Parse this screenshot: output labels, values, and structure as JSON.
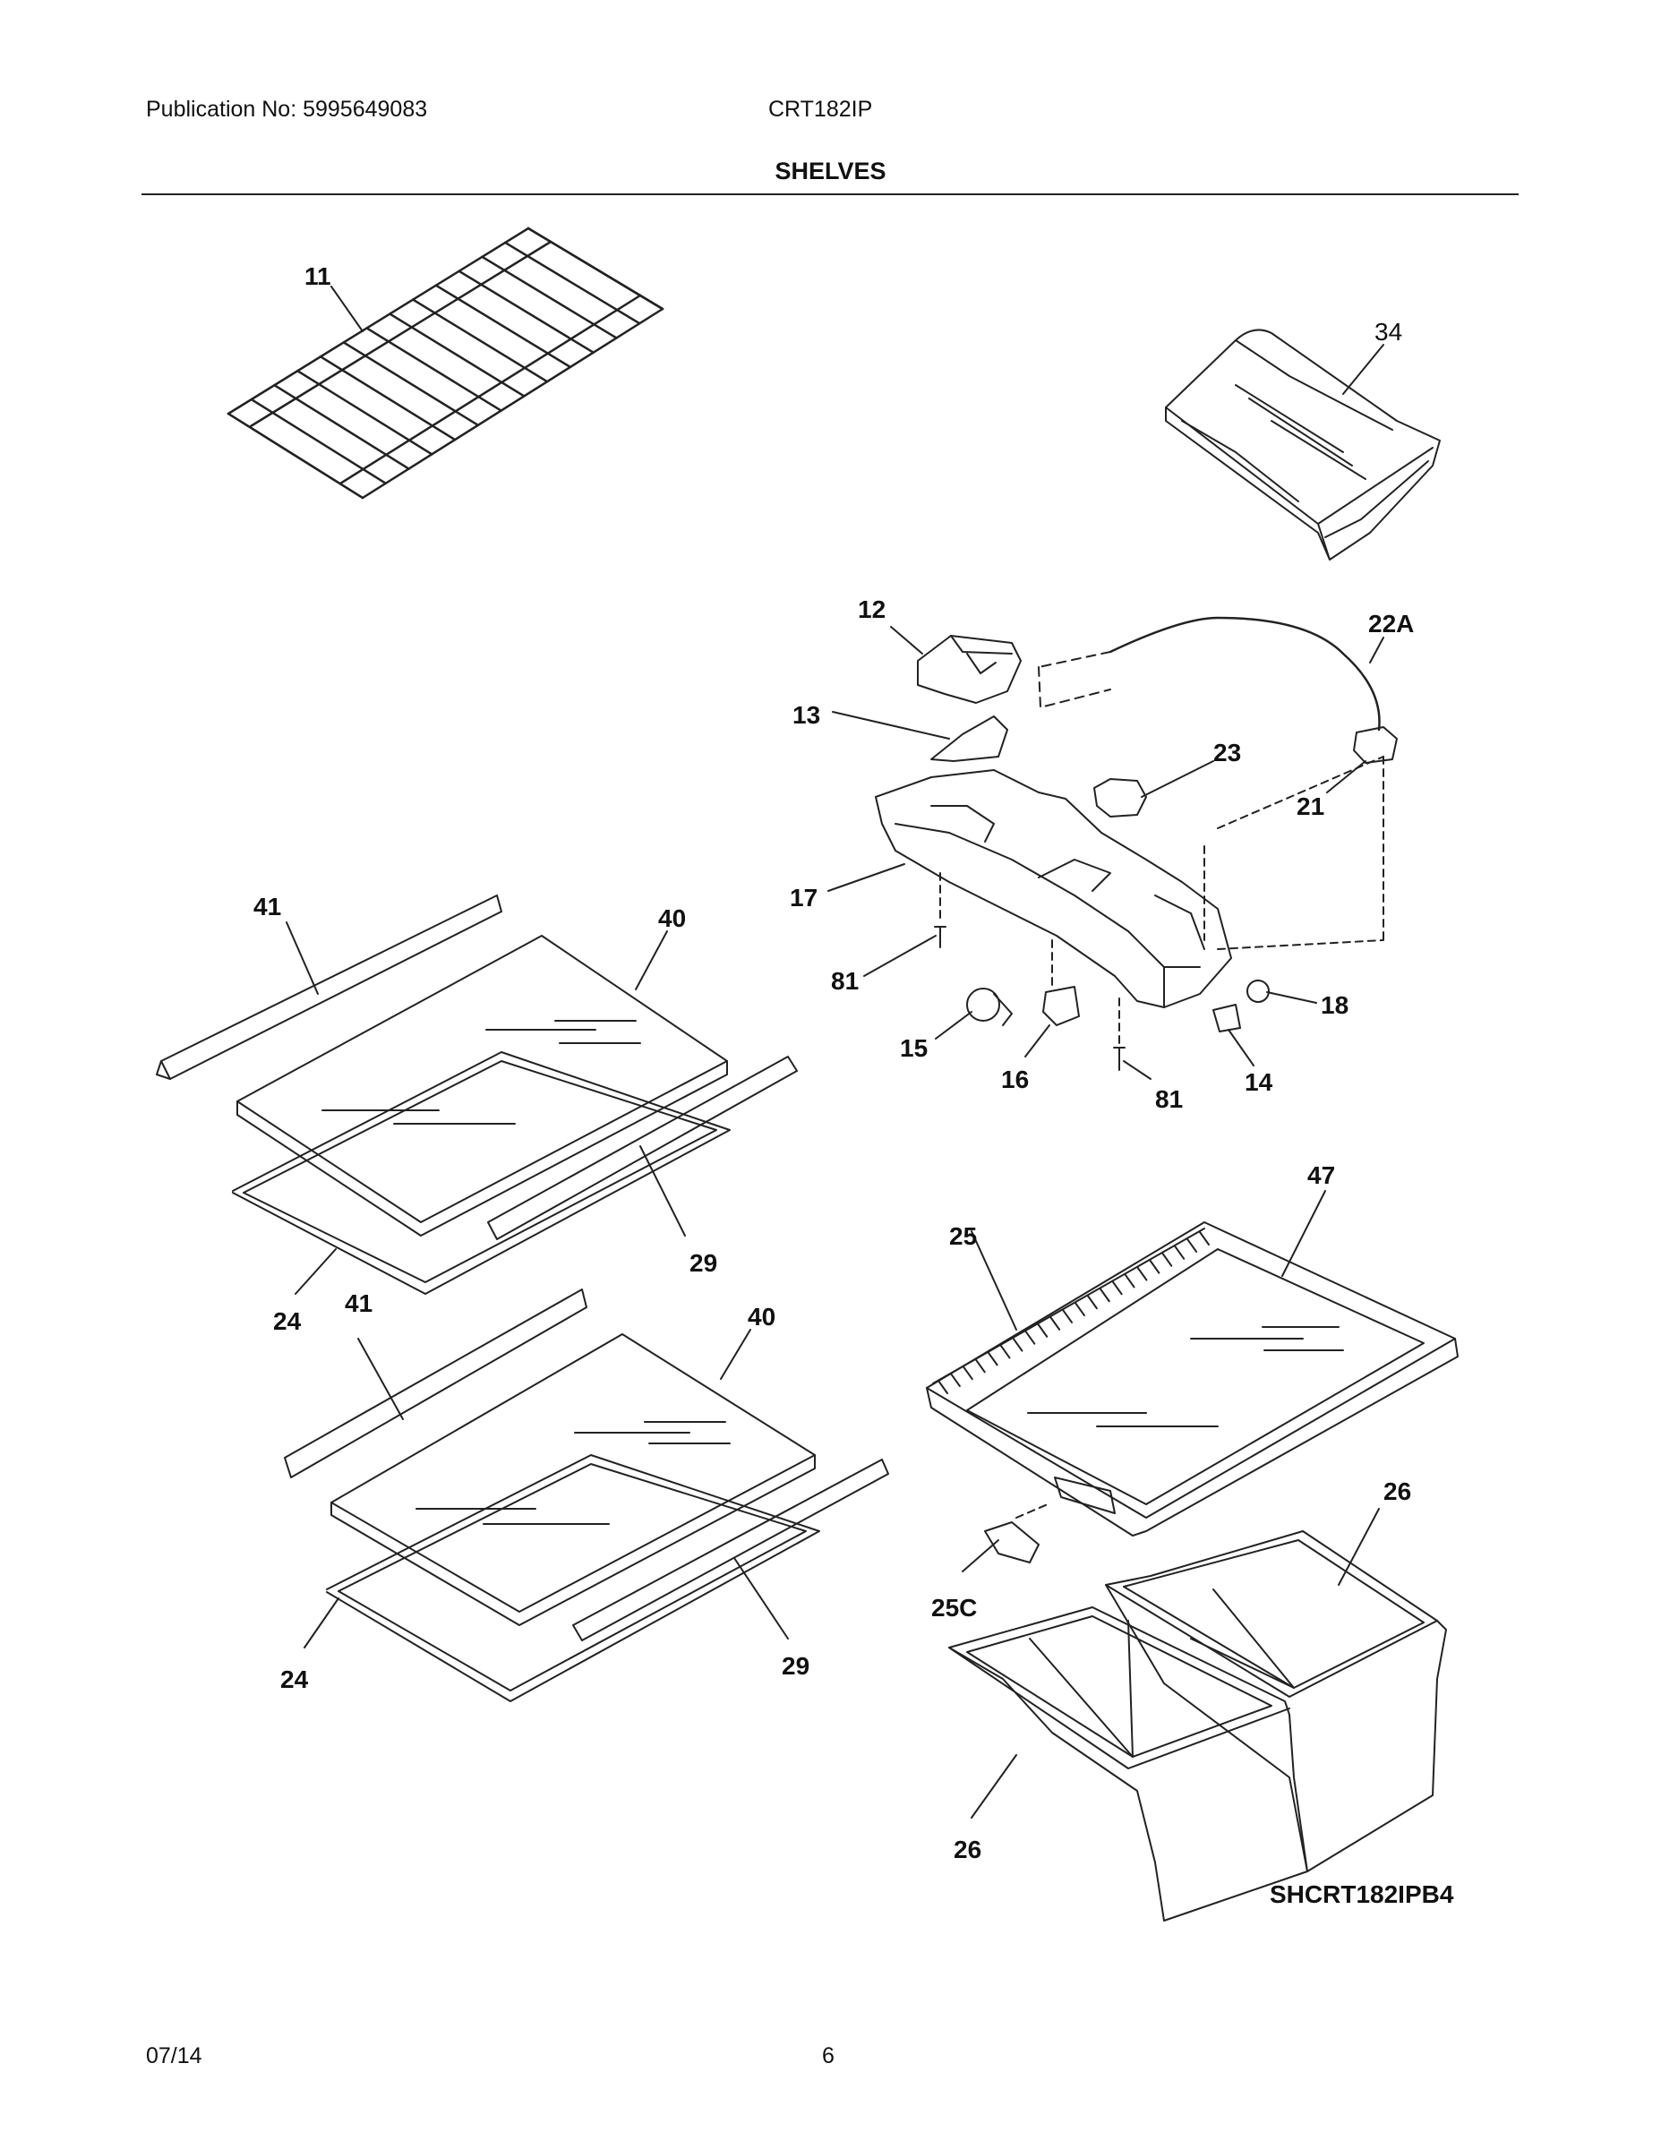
{
  "header": {
    "publication": "Publication No: 5995649083",
    "model": "CRT182IP",
    "section_title": "SHELVES"
  },
  "footer": {
    "date": "07/14",
    "page": "6"
  },
  "diagram": {
    "code": "SHCRT182IPB4",
    "callouts": {
      "c11": "11",
      "c34": "34",
      "c12": "12",
      "c22a": "22A",
      "c13": "13",
      "c23": "23",
      "c21": "21",
      "c17": "17",
      "c41a": "41",
      "c40a": "40",
      "c81a": "81",
      "c18": "18",
      "c15": "15",
      "c16": "16",
      "c81b": "81",
      "c14": "14",
      "c47": "47",
      "c25": "25",
      "c29a": "29",
      "c24a": "24",
      "c41b": "41",
      "c40b": "40",
      "c26a": "26",
      "c25c": "25C",
      "c24b": "24",
      "c29b": "29",
      "c26b": "26"
    }
  }
}
